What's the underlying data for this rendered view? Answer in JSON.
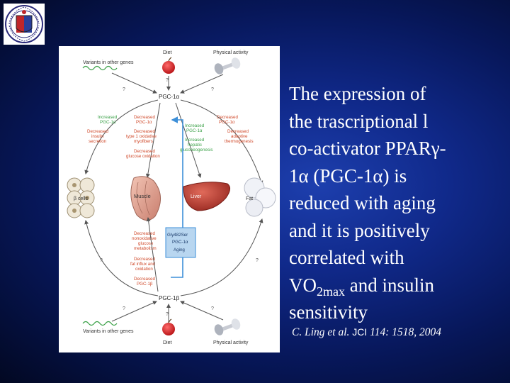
{
  "statement": {
    "line1": "The expression of",
    "line2": "the trascriptional l",
    "line3": "co-activator PPARγ-",
    "line4": "1α (PGC-1α) is",
    "line5": "reduced with aging",
    "line6": "and it is positively",
    "line7": "correlated with",
    "line8_base": "VO",
    "line8_sub": "2max",
    "line8_rest": " and insulin",
    "line9": "sensitivity"
  },
  "citation": {
    "authors": "C. Ling et al.",
    "journal": "JCI",
    "reference": "114: 1518, 2004"
  },
  "figure": {
    "diet_top": "Diet",
    "activity_top": "Physical activity",
    "variants_top": "Variants in other genes",
    "q_variants_top": "?",
    "q_diet_top": "?",
    "q_activity_top": "?",
    "pgc1a": "PGC-1α",
    "left_a1": "Increased",
    "left_a2": "PGC-1α",
    "left_b1": "Decreased",
    "left_b2": "insulin",
    "left_b3": "secretion",
    "mid_a1": "Decreased",
    "mid_a2": "PGC-1α",
    "mid_b1": "Decreased",
    "mid_b2": "type 1 oxidative",
    "mid_b3": "myofibers",
    "mid_c1": "Decreased",
    "mid_c2": "glucose oxidation",
    "liver_a1": "Increased",
    "liver_a2": "PGC-1α",
    "liver_b1": "Increased",
    "liver_b2": "hepatic",
    "liver_b3": "gluconeogenesis",
    "fat_a1": "Decreased",
    "fat_a2": "PGC-1α",
    "fat_b1": "Decreased",
    "fat_b2": "adaptive",
    "fat_b3": "thermogenesis",
    "beta_cells": "β cells",
    "muscle": "Muscle",
    "liver": "Liver",
    "fat": "Fat",
    "aging_box1": "Gly482Ser",
    "aging_box2": "PGC-1α",
    "aging_box3": "Aging",
    "low_a1": "Decreased",
    "low_a2": "nonoxidative",
    "low_a3": "glucose",
    "low_a4": "metabolism",
    "low_b1": "Decreased",
    "low_b2": "fat influx and",
    "low_b3": "oxidation",
    "low_c1": "Decreased",
    "low_c2": "PGC-1β",
    "q_left_low": "?",
    "q_right_low": "?",
    "pgc1b": "PGC-1β",
    "q_variants_bottom": "?",
    "q_diet_bottom": "?",
    "q_activity_bottom": "?",
    "variants_bottom": "Variants in other genes",
    "diet_bottom": "Diet",
    "activity_bottom": "Physical activity"
  },
  "colors": {
    "increased_text": "#3aa047",
    "decreased_text": "#d04a2b",
    "aging_arrow": "#3d8fd8",
    "arrow": "#555555"
  }
}
